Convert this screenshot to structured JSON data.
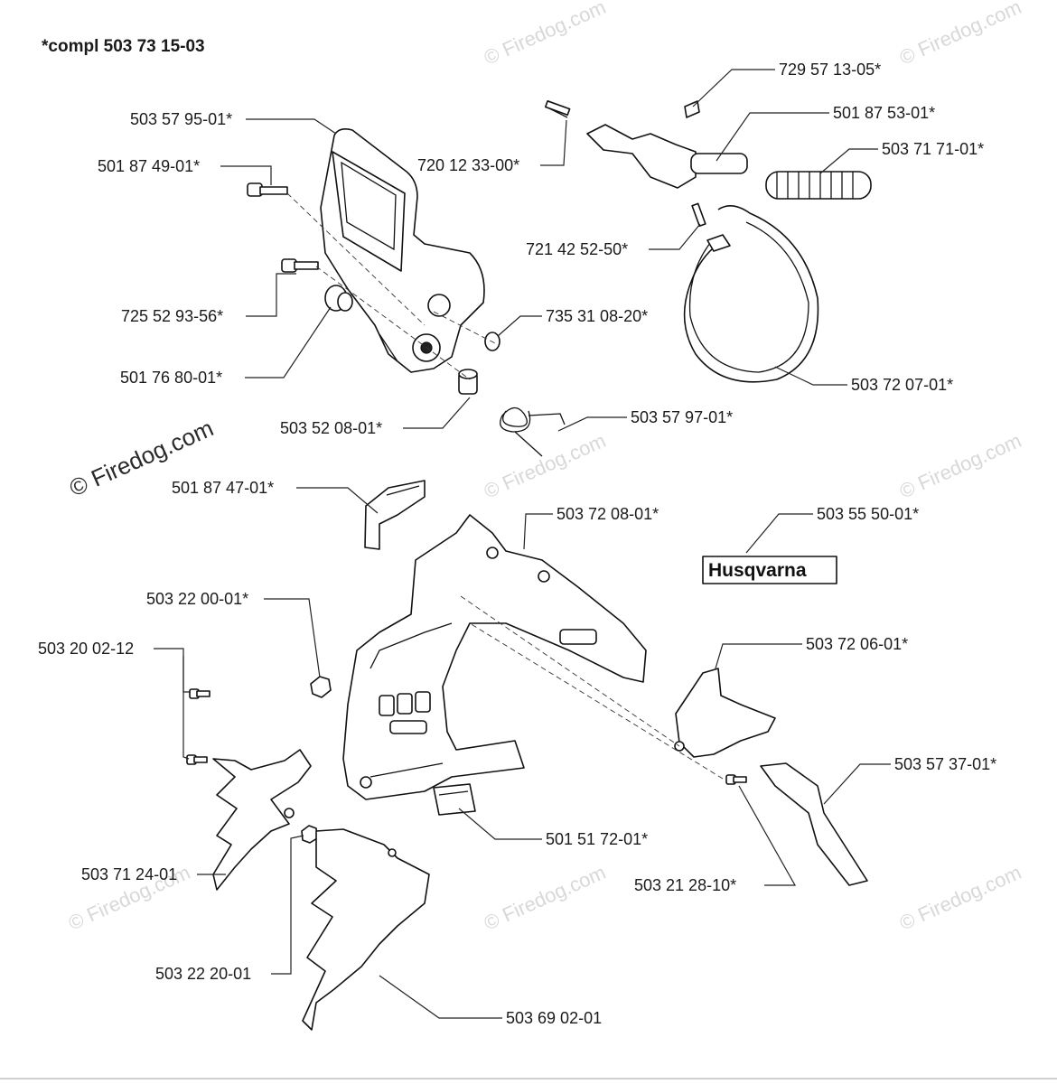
{
  "header": {
    "title": "*compl 503 73 15-03"
  },
  "watermarks": {
    "main": "© Firedog.com",
    "faint": "© Firedog.com"
  },
  "logo": {
    "text": "Husqvarna"
  },
  "labels": {
    "p01": "729 57 13-05*",
    "p02": "501 87 53-01*",
    "p03": "503 57 95-01*",
    "p04": "503 71 71-01*",
    "p05": "501 87 49-01*",
    "p06": "720 12 33-00*",
    "p07": "721 42 52-50*",
    "p08": "725 52 93-56*",
    "p09": "735 31 08-20*",
    "p10": "501 76 80-01*",
    "p11": "503 72 07-01*",
    "p12": "503 52 08-01*",
    "p13": "503 57 97-01*",
    "p14": "501 87 47-01*",
    "p15": "503 72 08-01*",
    "p16": "503 55 50-01*",
    "p17": "503 22 00-01*",
    "p18": "503 20 02-12",
    "p19": "503 72 06-01*",
    "p20": "503 57 37-01*",
    "p21": "501 51 72-01*",
    "p22": "503 71 24-01",
    "p23": "503 21 28-10*",
    "p24": "503 22 20-01",
    "p25": "503 69 02-01"
  }
}
